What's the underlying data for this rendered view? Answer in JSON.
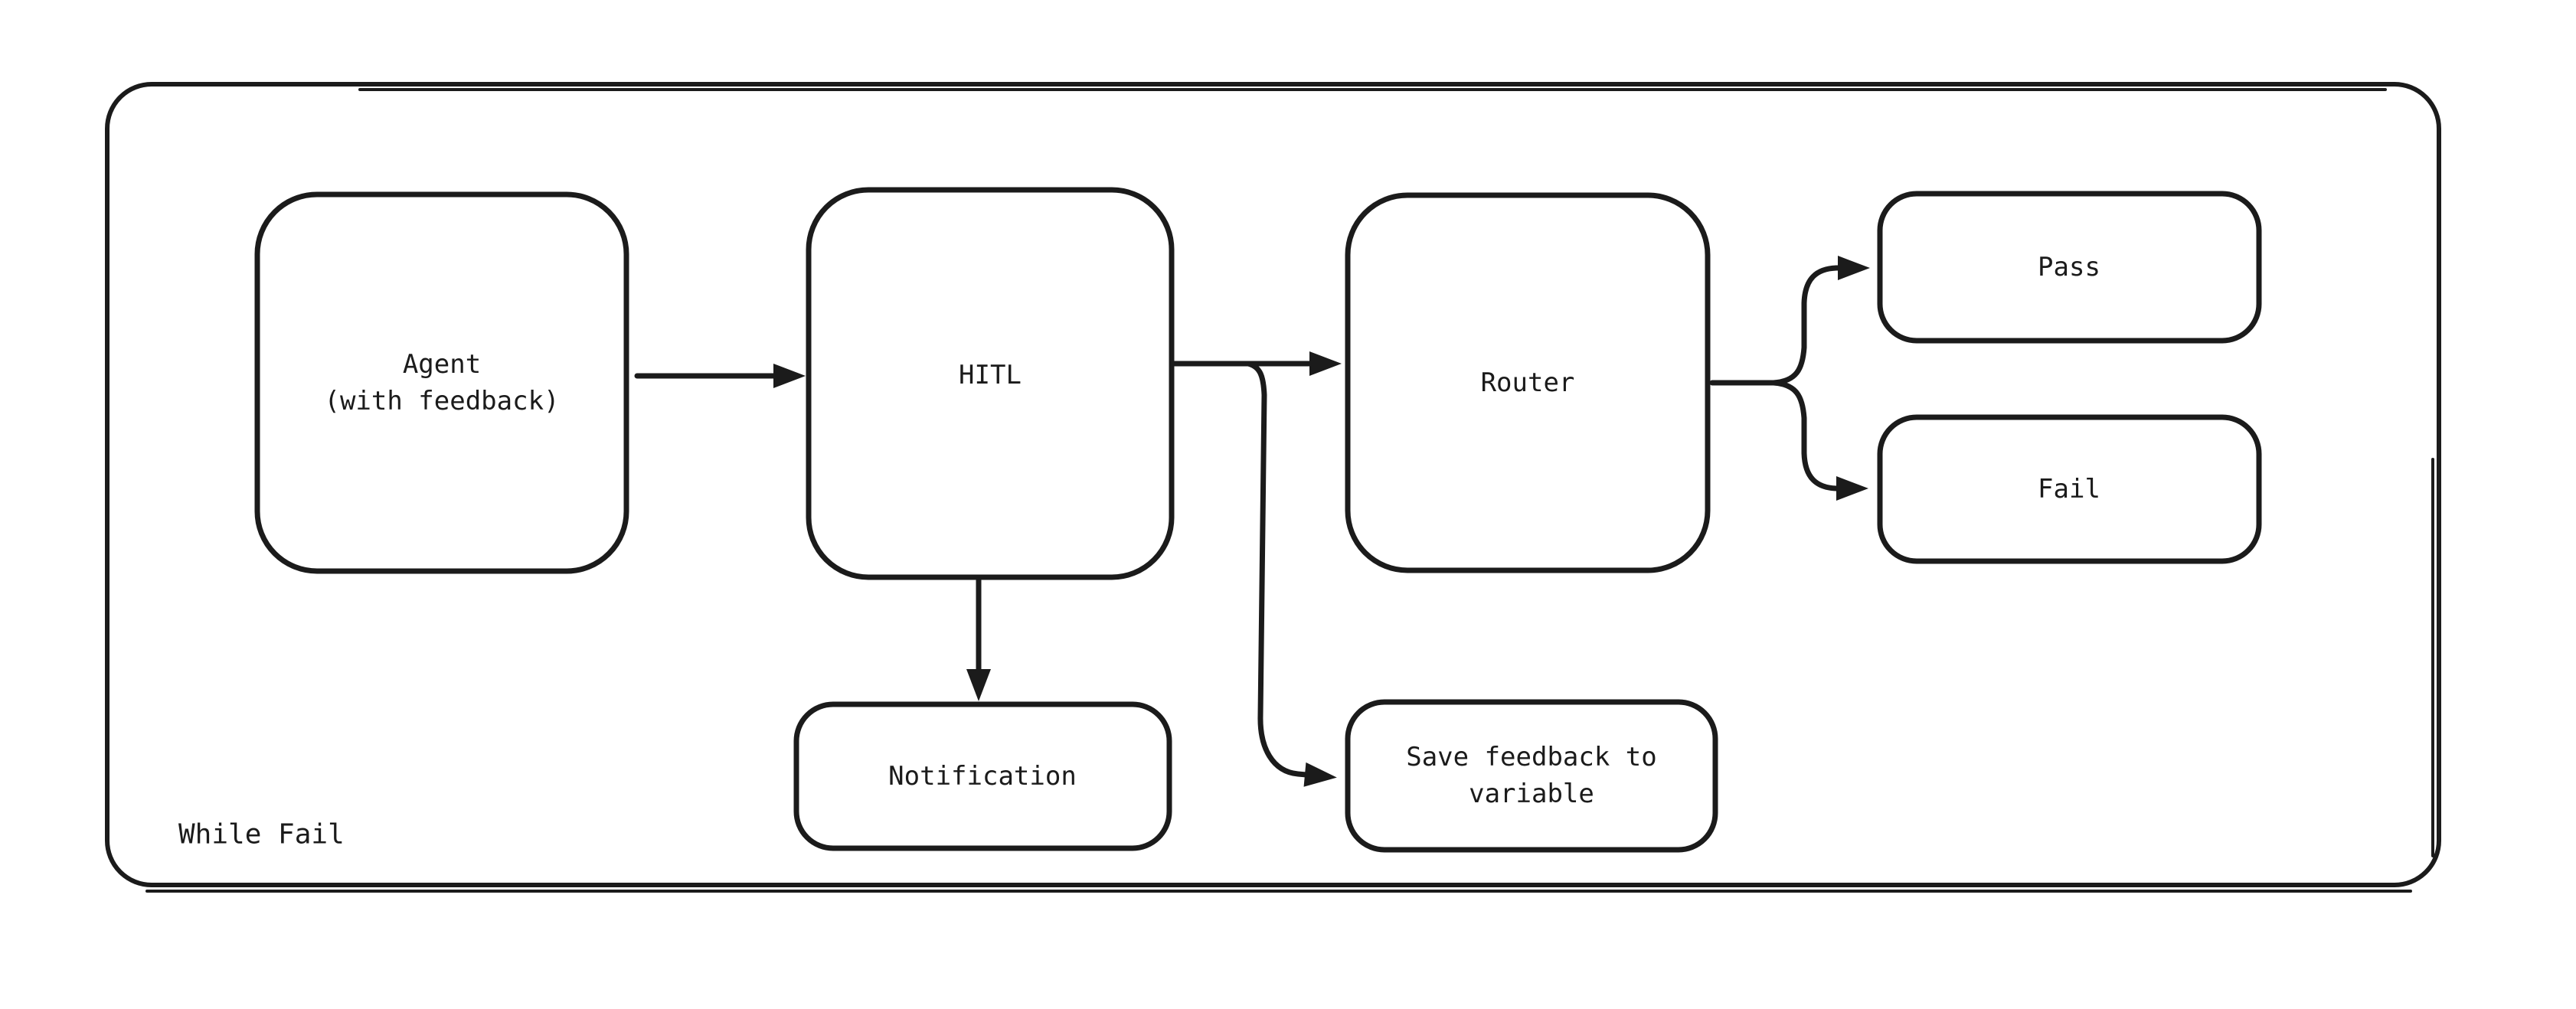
{
  "canvas": {
    "background": "#ffffff",
    "ink": "#1b1b1b"
  },
  "container": {
    "label": "While Fail"
  },
  "nodes": {
    "agent": {
      "lines": [
        "Agent",
        "(with feedback)"
      ]
    },
    "hitl": {
      "lines": [
        "HITL"
      ]
    },
    "router": {
      "lines": [
        "Router"
      ]
    },
    "pass": {
      "lines": [
        "Pass"
      ]
    },
    "fail": {
      "lines": [
        "Fail"
      ]
    },
    "notification": {
      "lines": [
        "Notification"
      ]
    },
    "save_feedback": {
      "lines": [
        "Save feedback to",
        "variable"
      ]
    }
  },
  "edges": [
    {
      "from": "agent",
      "to": "hitl",
      "style": "arrow"
    },
    {
      "from": "hitl",
      "to": "router",
      "style": "arrow"
    },
    {
      "from": "hitl",
      "to": "notification",
      "style": "arrow"
    },
    {
      "from": "hitl",
      "to": "save_feedback",
      "style": "arrow"
    },
    {
      "from": "router",
      "to": "pass",
      "style": "arrow"
    },
    {
      "from": "router",
      "to": "fail",
      "style": "arrow"
    }
  ]
}
